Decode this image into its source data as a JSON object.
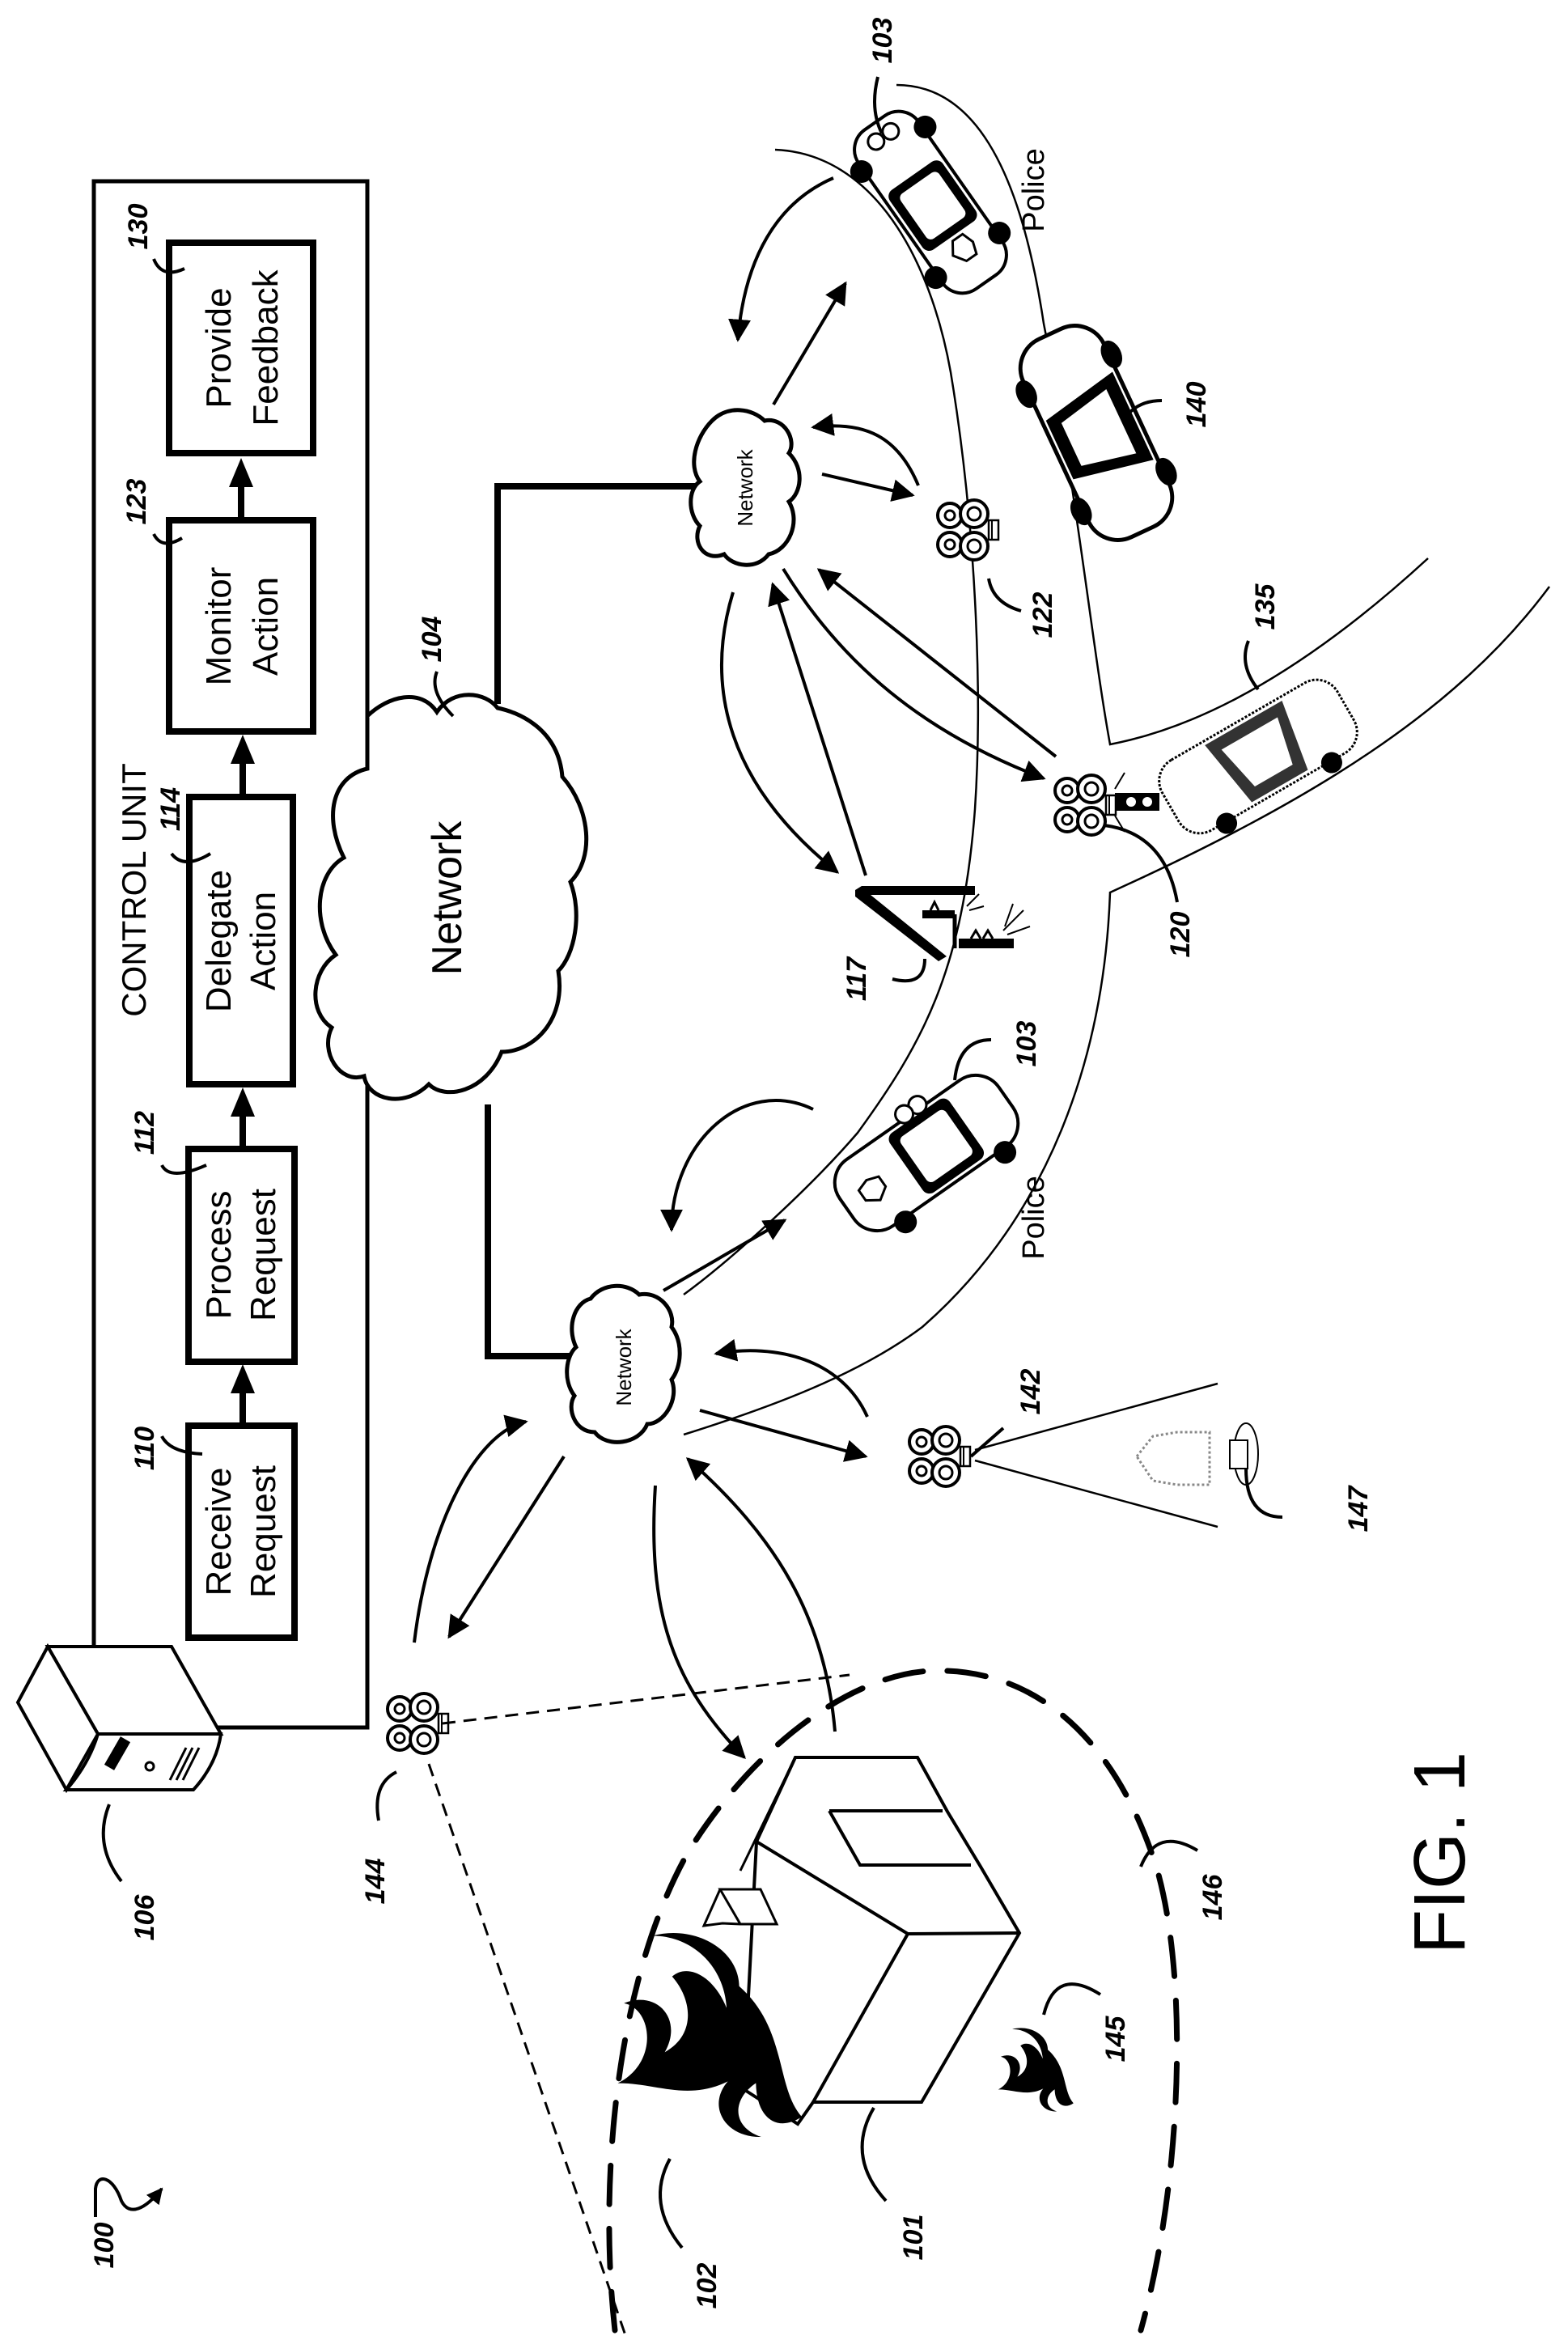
{
  "figure": {
    "title": "FIG. 1",
    "system_ref": "100"
  },
  "control_unit": {
    "label": "CONTROL UNIT",
    "steps": [
      {
        "ref": "110",
        "line1": "Receive",
        "line2": "Request"
      },
      {
        "ref": "112",
        "line1": "Process",
        "line2": "Request"
      },
      {
        "ref": "114",
        "line1": "Delegate",
        "line2": "Action"
      },
      {
        "ref": "123",
        "line1": "Monitor",
        "line2": "Action"
      },
      {
        "ref": "130",
        "line1": "Provide",
        "line2": "Feedback"
      }
    ]
  },
  "networks": {
    "main": {
      "label": "Network",
      "ref": "104"
    },
    "upper": {
      "label": "Network"
    },
    "lower": {
      "label": "Network"
    }
  },
  "components": {
    "server": {
      "ref": "106",
      "icon": "server-icon"
    },
    "building": {
      "ref": "101",
      "icon": "building-icon"
    },
    "fire_main": {
      "ref": "102",
      "icon": "fire-icon"
    },
    "fire_small": {
      "ref": "145",
      "icon": "fire-icon"
    },
    "perimeter": {
      "ref": "146"
    },
    "police_car_top": {
      "ref": "103",
      "icon": "police-car-icon"
    },
    "police_car_bottom": {
      "ref": "103",
      "icon": "police-car-icon"
    },
    "vehicle_140": {
      "ref": "140",
      "icon": "car-icon"
    },
    "vehicle_135": {
      "ref": "135",
      "icon": "car-icon"
    },
    "drone_122": {
      "ref": "122",
      "icon": "drone-icon"
    },
    "drone_120": {
      "ref": "120",
      "icon": "drone-icon",
      "attached": "traffic-light-icon"
    },
    "drone_142": {
      "ref": "142",
      "icon": "drone-icon"
    },
    "drone_144": {
      "ref": "144",
      "icon": "drone-icon"
    },
    "fire_station": {
      "ref": "117",
      "icon": "fire-station-icon"
    },
    "hydrant": {
      "ref": "147",
      "icon": "fire-hydrant-icon"
    }
  },
  "road_labels": {
    "top": "Police",
    "bottom": "Police"
  }
}
